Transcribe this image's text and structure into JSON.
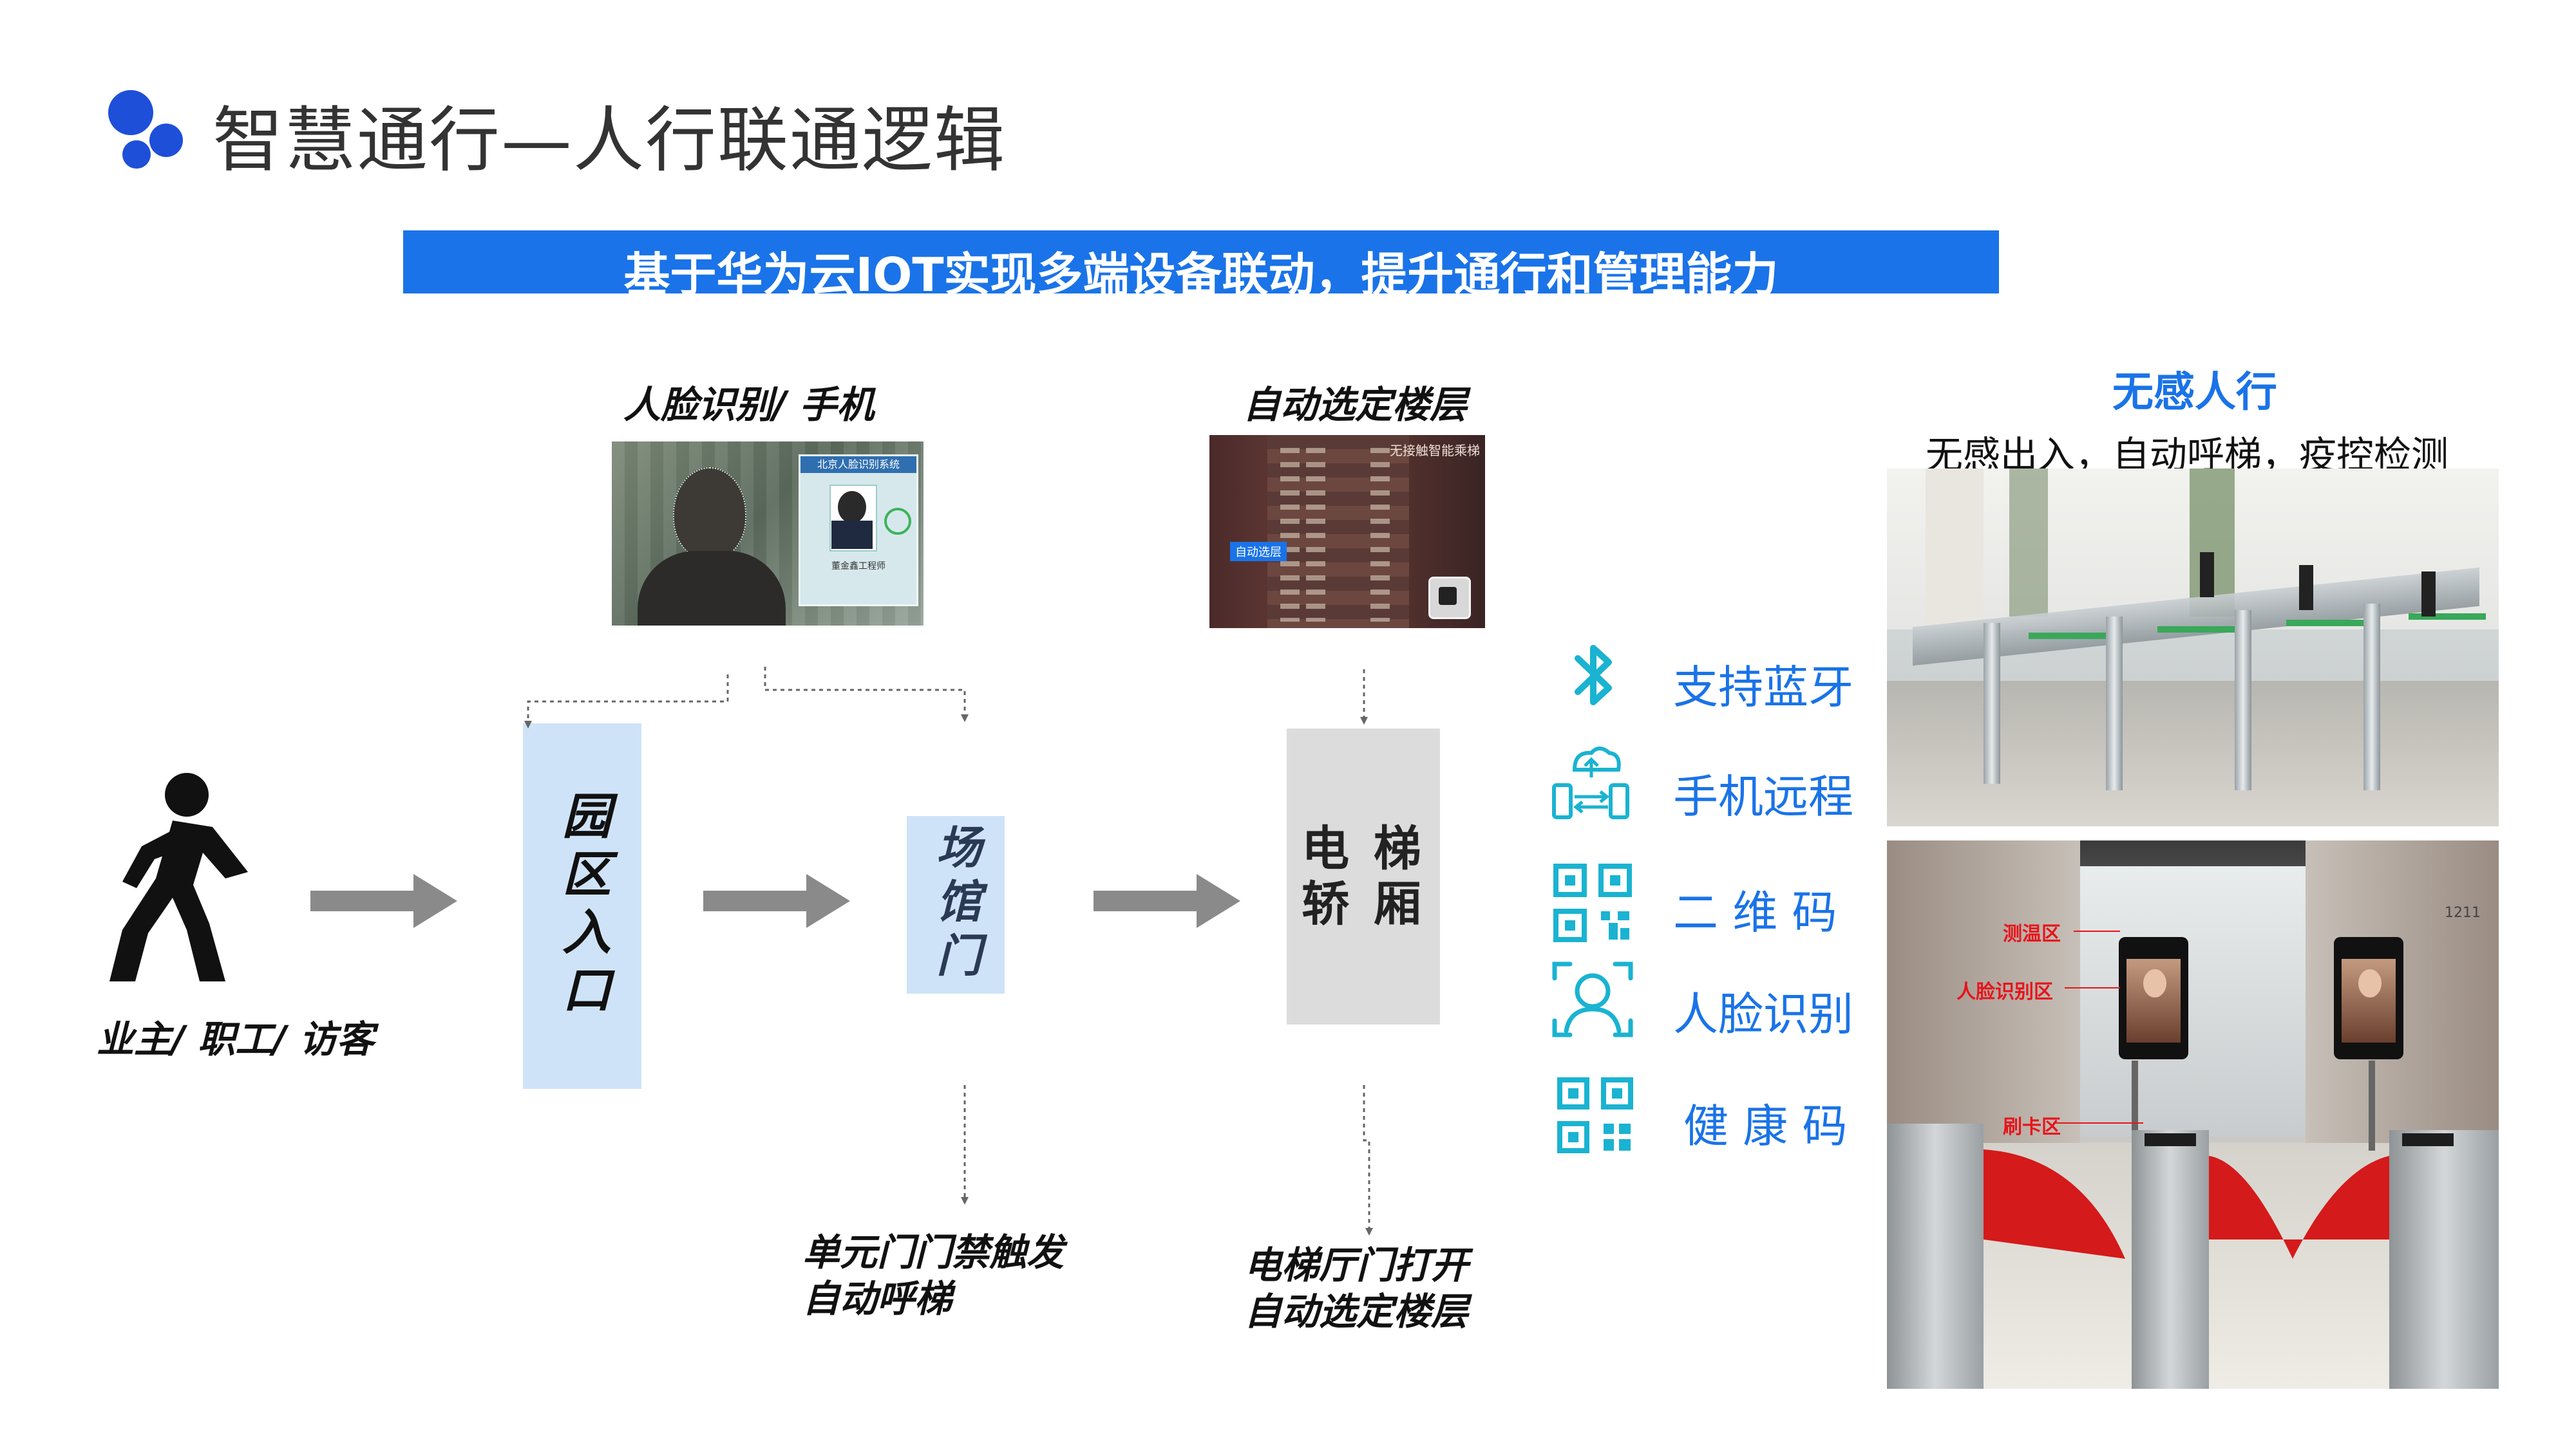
{
  "header": {
    "title": "智慧通行—人行联通逻辑",
    "banner": "基于华为云IOT实现多端设备联动，提升通行和管理能力"
  },
  "flow": {
    "person_label": "业主/ 职工/ 访客",
    "face_label": "人脸识别/ 手机",
    "floor_label": "自动选定楼层",
    "park_entrance": "园区入口",
    "venue_door": "场馆门",
    "elevator_car": "电 梯 轿 厢",
    "unit_door_line1": "单元门门禁触发",
    "unit_door_line2": "自动呼梯",
    "elevator_hall_line1": "电梯厅门打开",
    "elevator_hall_line2": "自动选定楼层"
  },
  "photos": {
    "face_screen_header": "北京人脸识别系统",
    "face_screen_name": "董金鑫工程师",
    "elevator_panel_header": "无接触智能乘梯",
    "elevator_panel_button": "自动选层",
    "gate_zone_temp": "测温区",
    "gate_zone_face": "人脸识别区",
    "gate_zone_card": "刷卡区",
    "corridor_door_number": "1211"
  },
  "features": [
    {
      "icon": "bluetooth-icon",
      "label": "支持蓝牙"
    },
    {
      "icon": "phone-remote-icon",
      "label": "手机远程"
    },
    {
      "icon": "qr-code-icon",
      "label": "二 维 码"
    },
    {
      "icon": "face-id-icon",
      "label": "人脸识别"
    },
    {
      "icon": "health-code-icon",
      "label": "健 康 码"
    }
  ],
  "right_panel": {
    "title": "无感人行",
    "subtitle": "无感出入，自动呼梯，疫控检测"
  },
  "colors": {
    "brand_blue": "#1e4fd8",
    "banner_blue": "#1a73e8",
    "feature_teal": "#1ab3d1",
    "box_light_blue": "#cfe3f8",
    "box_grey": "#dcdcdc",
    "arrow_grey": "#8a8a8a"
  }
}
